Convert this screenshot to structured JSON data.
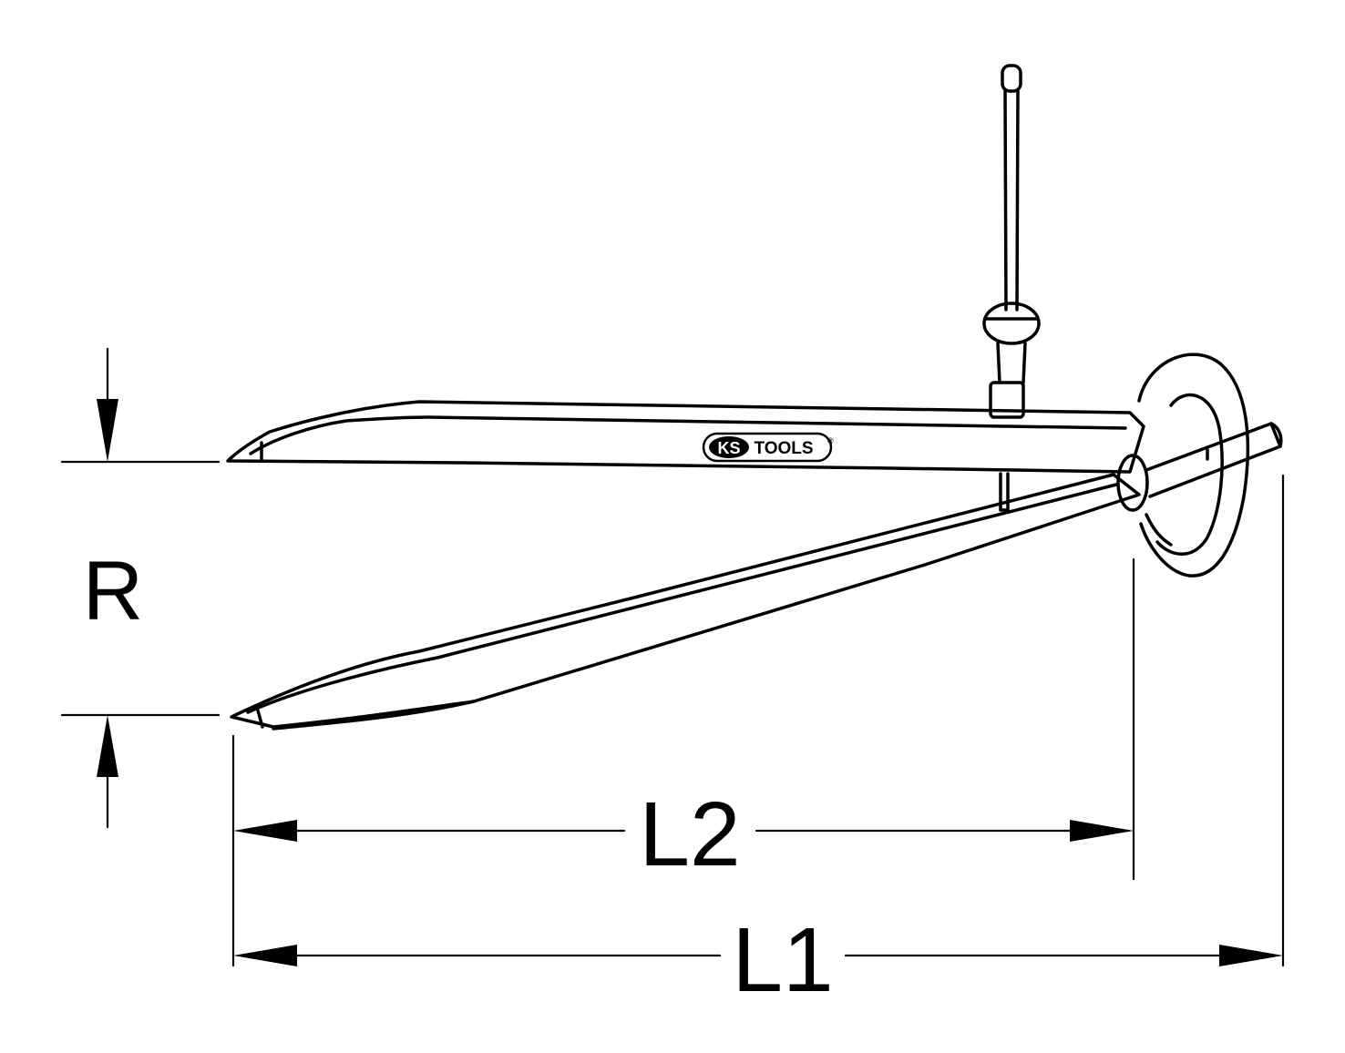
{
  "dimensions": {
    "radius_label": "R",
    "inner_length_label": "L2",
    "overall_length_label": "L1"
  },
  "logo": {
    "brand_left": "KS",
    "brand_right": "TOOLS",
    "mark": "®"
  },
  "icons": {
    "tool": "divider-compass-icon"
  },
  "colors": {
    "line": "#000000",
    "background": "#ffffff"
  }
}
